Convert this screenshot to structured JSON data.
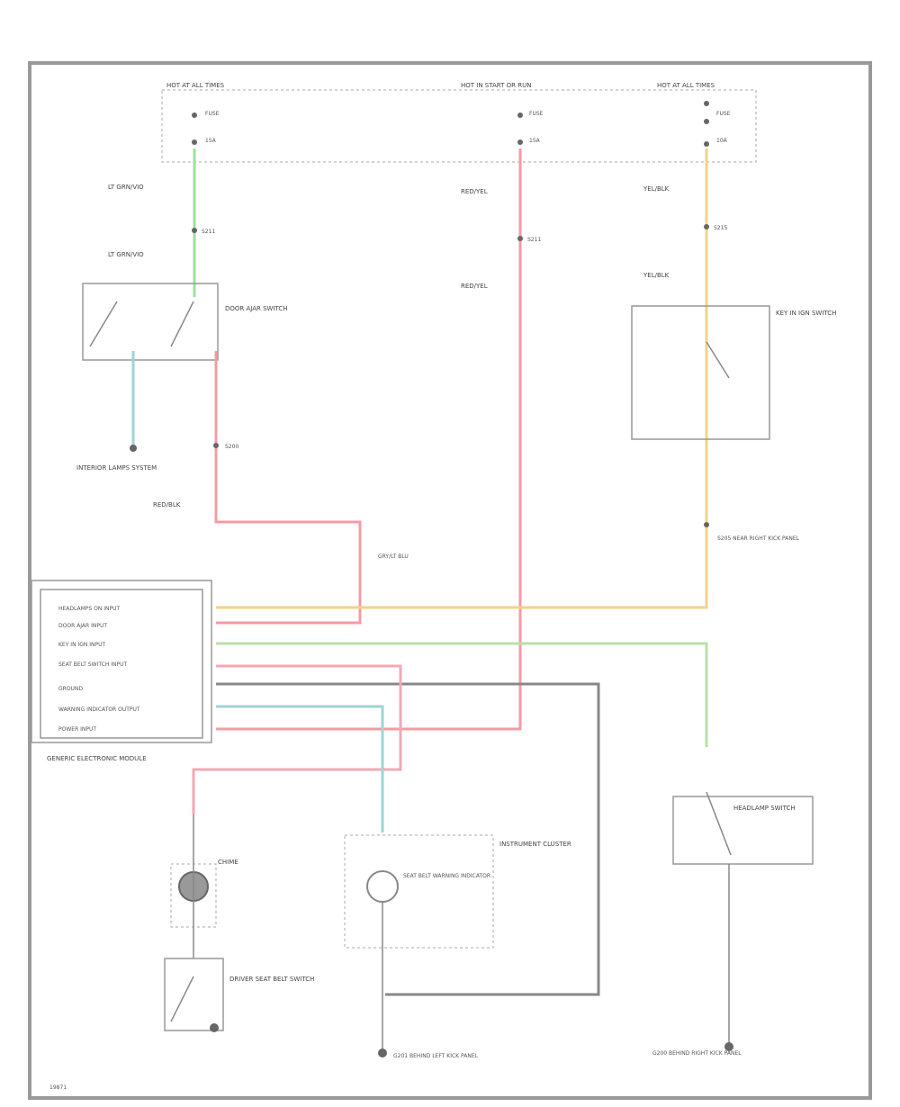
{
  "diagram": {
    "fuse_panels": {
      "left": "HOT AT ALL TIMES",
      "center": "HOT IN START OR RUN",
      "right": "HOT AT ALL TIMES",
      "left_fuse_a": "FUSE",
      "left_fuse_b": "15A",
      "center_fuse_a": "FUSE",
      "center_fuse_b": "15A",
      "right_fuse_a": "FUSE",
      "right_fuse_b": "10A"
    },
    "wire_labels": {
      "lt_green_top": "LT GRN/VIO",
      "lt_green_mid": "LT GRN/VIO",
      "red_center_top": "RED/YEL",
      "red_center_mid": "RED/YEL",
      "yellow_right_top": "YEL/BLK",
      "yellow_right_mid": "YEL/BLK",
      "pink_left": "RED/BLK",
      "splice_green": "S211",
      "splice_red": "S211",
      "splice_yellow": "S215",
      "splice_pink": "S200",
      "gray_center": "GRY/LT BLU"
    },
    "components": {
      "door_switch": "DOOR AJAR SWITCH",
      "ground_left": "INTERIOR LAMPS SYSTEM",
      "key_switch": "KEY IN IGN SWITCH",
      "generic_module": "GENERIC ELECTRONIC MODULE",
      "driver_seat_belt": "DRIVER SEAT BELT SWITCH",
      "chime": "CHIME",
      "warning_indicator": "SEAT BELT WARNING INDICATOR",
      "instrument_cluster": "INSTRUMENT CLUSTER",
      "headlamp_switch": "HEADLAMP SWITCH",
      "ground_center": "G201 BEHIND LEFT KICK PANEL",
      "ground_right": "G200 BEHIND RIGHT KICK PANEL",
      "right_splice_note": "S205 NEAR RIGHT KICK PANEL"
    },
    "module_pins": [
      "HEADLAMPS ON INPUT",
      "DOOR AJAR INPUT",
      "KEY IN IGN INPUT",
      "SEAT BELT SWITCH INPUT",
      "GROUND",
      "WARNING INDICATOR OUTPUT",
      "POWER INPUT"
    ],
    "footer_code": "19871"
  }
}
